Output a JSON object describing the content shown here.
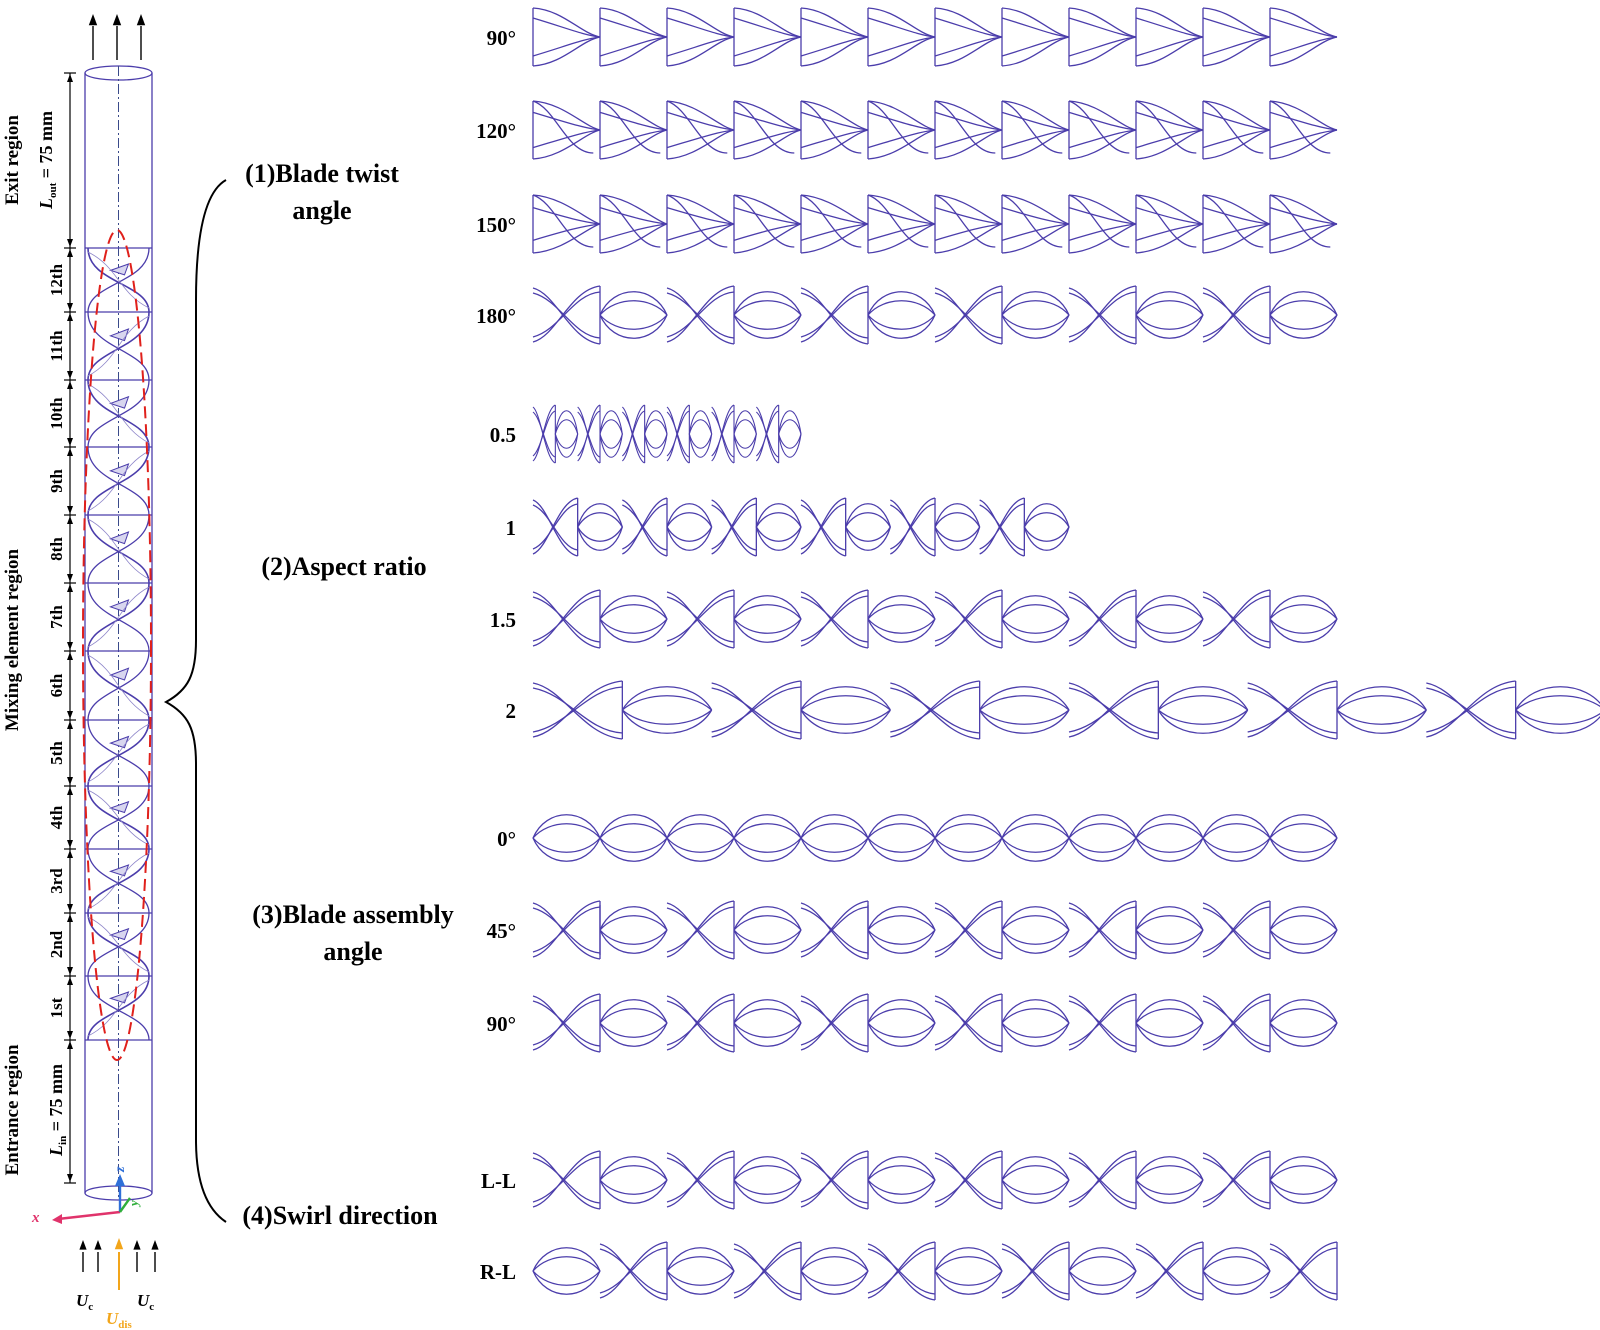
{
  "reactor": {
    "exit_region": "Exit region",
    "mixing_region": "Mixing element region",
    "entrance_region": "Entrance region",
    "l_out": {
      "symbol": "L",
      "sub": "out",
      "value": " = 75 mm"
    },
    "l_in": {
      "symbol": "L",
      "sub": "in",
      "value": " = 75 mm"
    },
    "elements": [
      "1st",
      "2nd",
      "3rd",
      "4th",
      "5th",
      "6th",
      "7th",
      "8th",
      "9th",
      "10th",
      "11th",
      "12th"
    ],
    "axes": {
      "x": "x",
      "y": "y",
      "z": "z"
    },
    "inflow": {
      "uc": {
        "symbol": "U",
        "sub": "c"
      },
      "udis": {
        "symbol": "U",
        "sub": "dis"
      }
    },
    "colors": {
      "structure": "#4b3dab",
      "ellipse": "#e0201b",
      "udis": "#f2a51a",
      "x_axis": "#e0336b",
      "y_axis": "#2fae3b",
      "z_axis": "#2f6fd8"
    }
  },
  "groups": [
    {
      "title": [
        "(1)Blade twist",
        "angle"
      ],
      "rows": [
        {
          "label": "90°",
          "twist": 90,
          "aspect": 1.5,
          "assembly": 90,
          "swirl": "L-L",
          "count": 12
        },
        {
          "label": "120°",
          "twist": 120,
          "aspect": 1.5,
          "assembly": 90,
          "swirl": "L-L",
          "count": 12
        },
        {
          "label": "150°",
          "twist": 150,
          "aspect": 1.5,
          "assembly": 90,
          "swirl": "L-L",
          "count": 12
        },
        {
          "label": "180°",
          "twist": 180,
          "aspect": 1.5,
          "assembly": 90,
          "swirl": "L-L",
          "count": 12
        }
      ]
    },
    {
      "title": [
        "(2)Aspect ratio"
      ],
      "rows": [
        {
          "label": "0.5",
          "twist": 180,
          "aspect": 0.5,
          "assembly": 90,
          "swirl": "L-L",
          "count": 12
        },
        {
          "label": "1",
          "twist": 180,
          "aspect": 1,
          "assembly": 90,
          "swirl": "L-L",
          "count": 12
        },
        {
          "label": "1.5",
          "twist": 180,
          "aspect": 1.5,
          "assembly": 90,
          "swirl": "L-L",
          "count": 12
        },
        {
          "label": "2",
          "twist": 180,
          "aspect": 2,
          "assembly": 90,
          "swirl": "L-L",
          "count": 12
        }
      ]
    },
    {
      "title": [
        "(3)Blade assembly",
        "angle"
      ],
      "rows": [
        {
          "label": "0°",
          "twist": 180,
          "aspect": 1.5,
          "assembly": 0,
          "swirl": "L-L",
          "count": 12
        },
        {
          "label": "45°",
          "twist": 180,
          "aspect": 1.5,
          "assembly": 45,
          "swirl": "L-L",
          "count": 12
        },
        {
          "label": "90°",
          "twist": 180,
          "aspect": 1.5,
          "assembly": 90,
          "swirl": "L-L",
          "count": 12
        }
      ]
    },
    {
      "title": [
        "(4)Swirl direction"
      ],
      "rows": [
        {
          "label": "L-L",
          "twist": 180,
          "aspect": 1.5,
          "assembly": 90,
          "swirl": "L-L",
          "count": 12
        },
        {
          "label": "R-L",
          "twist": 180,
          "aspect": 1.5,
          "assembly": 90,
          "swirl": "R-L",
          "count": 12
        }
      ]
    }
  ]
}
